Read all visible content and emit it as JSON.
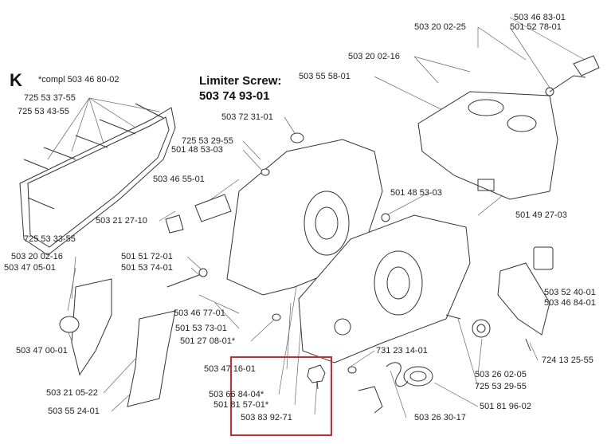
{
  "section_letter": "K",
  "compl_note": "*compl 503 46 80-02",
  "limiter": {
    "title": "Limiter Screw:",
    "number": "503 74 93-01"
  },
  "highlight_color": "#d4262b",
  "labels": [
    "503 46 83-01",
    "501 52 78-01",
    "503 20 02-25",
    "503 20 02-16",
    "503 55 58-01",
    "725 53 37-55",
    "725 53 43-55",
    "503 72 31-01",
    "725 53 29-55",
    "501 48 53-03",
    "503 46 55-01",
    "501 48 53-03",
    "503 21 27-10",
    "501 49 27-03",
    "725 53 33-55",
    "501 51 72-01",
    "503 20 02-16",
    "501 53 74-01",
    "503 47 05-01",
    "503 52 40-01",
    "503 46 84-01",
    "503 46 77-01",
    "501 53 73-01",
    "501 27 08-01*",
    "503 47 00-01",
    "724 13 25-55",
    "731 23 14-01",
    "503 26 02-05",
    "503 47 16-01",
    "725 53 29-55",
    "503 21 05-22",
    "503 66 84-04*",
    "503 55 24-01",
    "501 81 57-01*",
    "501 81 96-02",
    "503 83 92-71",
    "503 26 30-17"
  ]
}
